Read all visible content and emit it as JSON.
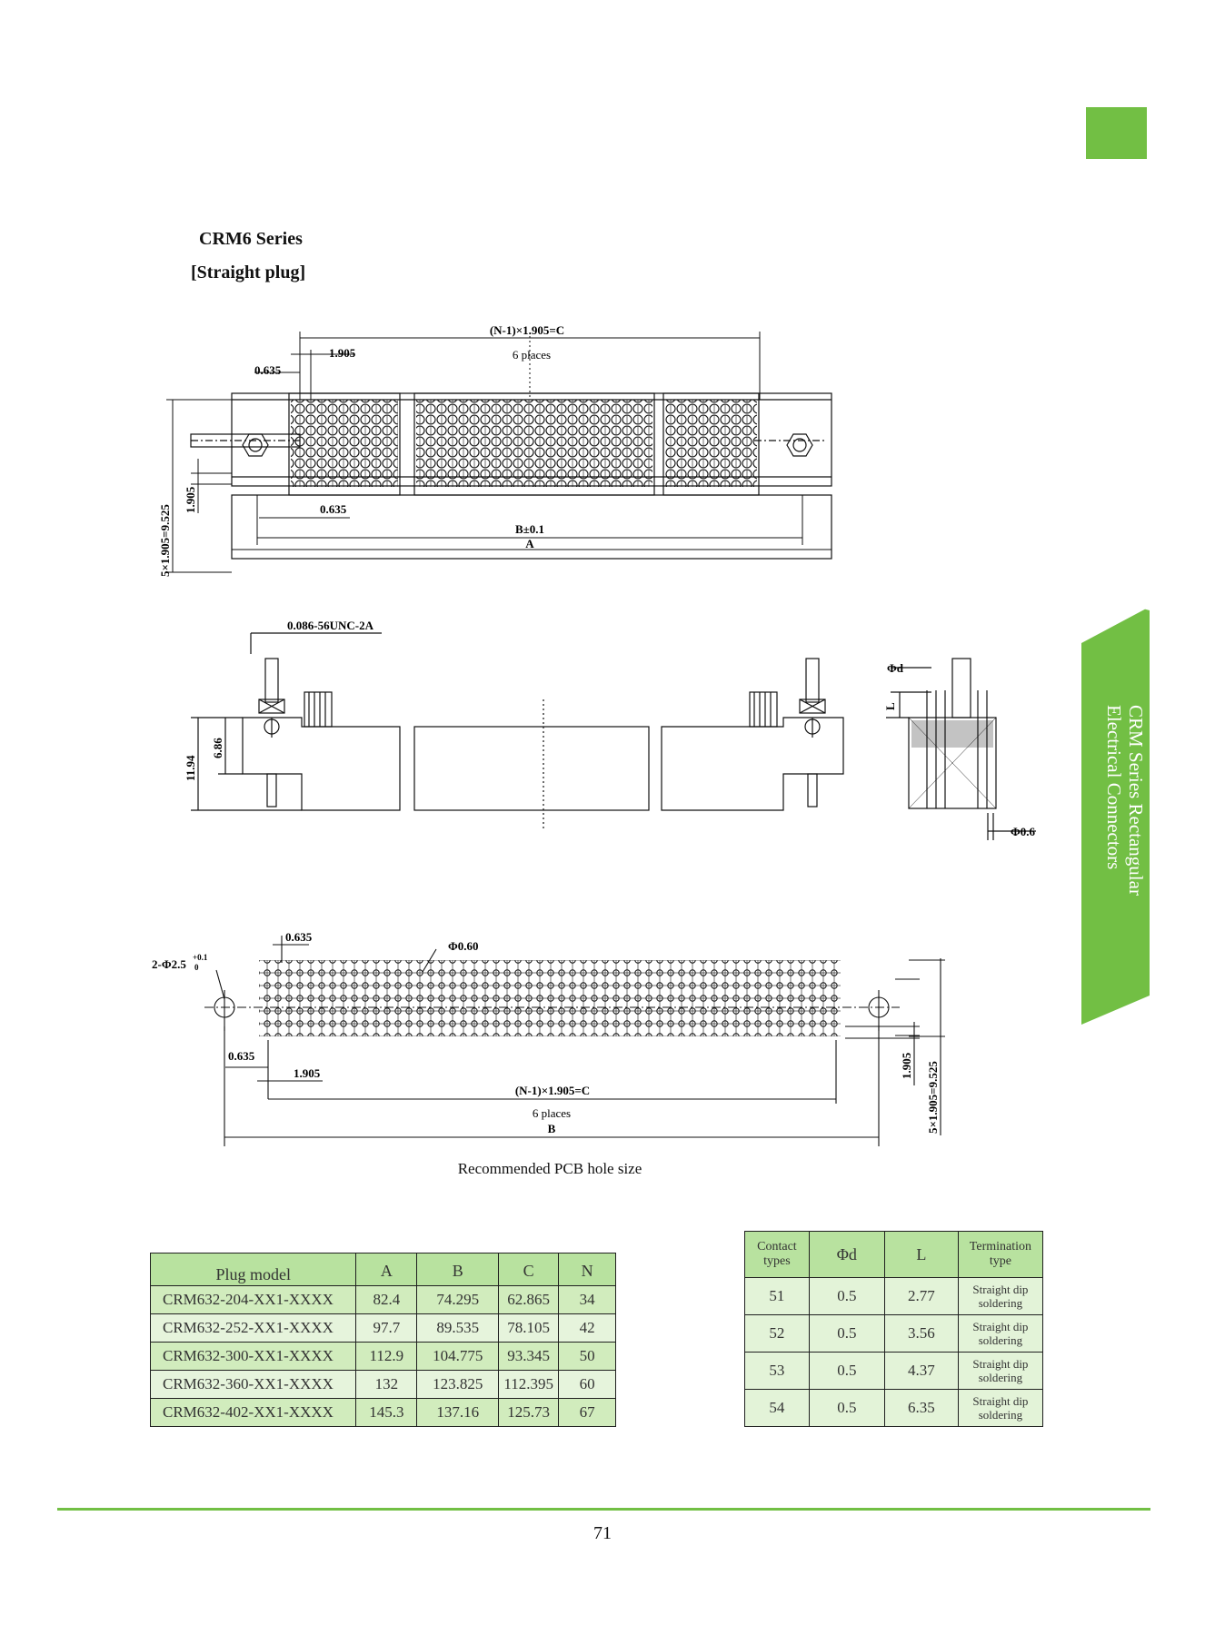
{
  "header": {
    "series_title": "CRM6 Series",
    "series_subtitle": "[Straight plug]"
  },
  "side_tab": {
    "line1": "CRM Series Rectangular",
    "line2": "Electrical Connectors"
  },
  "colors": {
    "accent_green": "#72bf44",
    "table_header": "#b8e29f",
    "table_row_a": "#d1ecbd",
    "table_row_b": "#e6f4dc"
  },
  "drawing1": {
    "dim_c": "(N-1)×1.905=C",
    "places": "6 places",
    "pitch": "1.905",
    "offset_top": "0.635",
    "offset_bottom": "0.635",
    "dim_b": "B±0.1",
    "dim_a": "A",
    "height_small": "1.905",
    "height_total": "5×1.905=9.525"
  },
  "drawing2": {
    "thread": "0.086-56UNC-2A",
    "height_total": "11.94",
    "height_body": "6.86",
    "phi_d": "Φd",
    "len_l": "L",
    "pin_dia": "Φ0.6"
  },
  "drawing3": {
    "mount_hole": "2-Φ2.5",
    "tol_upper": "+0.1",
    "tol_lower": "0",
    "offset_top": "0.635",
    "hole_dia": "Φ0.60",
    "offset_side": "0.635",
    "pitch": "1.905",
    "dim_c": "(N-1)×1.905=C",
    "places": "6 places",
    "dim_b": "B",
    "height_small": "1.905",
    "height_total": "5×1.905=9.525"
  },
  "caption": "Recommended PCB hole size",
  "plug_table": {
    "headers": [
      "Plug model",
      "A",
      "B",
      "C",
      "N"
    ],
    "rows": [
      [
        "CRM632-204-XX1-XXXX",
        "82.4",
        "74.295",
        "62.865",
        "34"
      ],
      [
        "CRM632-252-XX1-XXXX",
        "97.7",
        "89.535",
        "78.105",
        "42"
      ],
      [
        "CRM632-300-XX1-XXXX",
        "112.9",
        "104.775",
        "93.345",
        "50"
      ],
      [
        "CRM632-360-XX1-XXXX",
        "132",
        "123.825",
        "112.395",
        "60"
      ],
      [
        "CRM632-402-XX1-XXXX",
        "145.3",
        "137.16",
        "125.73",
        "67"
      ]
    ]
  },
  "contact_table": {
    "headers": [
      "Contact types",
      "Φd",
      "L",
      "Termination type"
    ],
    "rows": [
      [
        "51",
        "0.5",
        "2.77",
        "Straight dip soldering"
      ],
      [
        "52",
        "0.5",
        "3.56",
        "Straight dip soldering"
      ],
      [
        "53",
        "0.5",
        "4.37",
        "Straight dip soldering"
      ],
      [
        "54",
        "0.5",
        "6.35",
        "Straight dip soldering"
      ]
    ]
  },
  "page_number": "71"
}
